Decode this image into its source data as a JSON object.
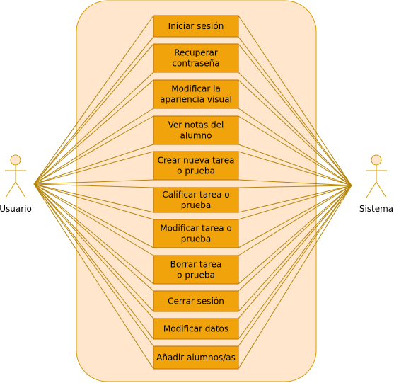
{
  "colors": {
    "system_fill": "#ffe6cc",
    "system_stroke": "#d79b00",
    "usecase_fill": "#f0a30a",
    "usecase_stroke": "#bd7000",
    "line": "#b8860b",
    "actor_fill": "#ffe6cc",
    "actor_stroke": "#d79b00"
  },
  "actors": {
    "left": {
      "label": "Usuario"
    },
    "right": {
      "label": "Sistema"
    }
  },
  "use_cases": [
    {
      "lines": [
        "Iniciar sesión"
      ]
    },
    {
      "lines": [
        "Recuperar",
        "contraseña"
      ]
    },
    {
      "lines": [
        "Modificar la",
        "apariencia visual"
      ]
    },
    {
      "lines": [
        "Ver notas del",
        "alumno"
      ]
    },
    {
      "lines": [
        "Crear nueva tarea",
        "o prueba"
      ]
    },
    {
      "lines": [
        "Calificar tarea o",
        "prueba"
      ]
    },
    {
      "lines": [
        "Modificar tarea o",
        "prueba"
      ]
    },
    {
      "lines": [
        "Borrar tarea",
        "o prueba"
      ]
    },
    {
      "lines": [
        "Cerrar sesión"
      ]
    },
    {
      "lines": [
        "Modificar datos"
      ]
    },
    {
      "lines": [
        "Añadir alumnos/as"
      ]
    }
  ]
}
